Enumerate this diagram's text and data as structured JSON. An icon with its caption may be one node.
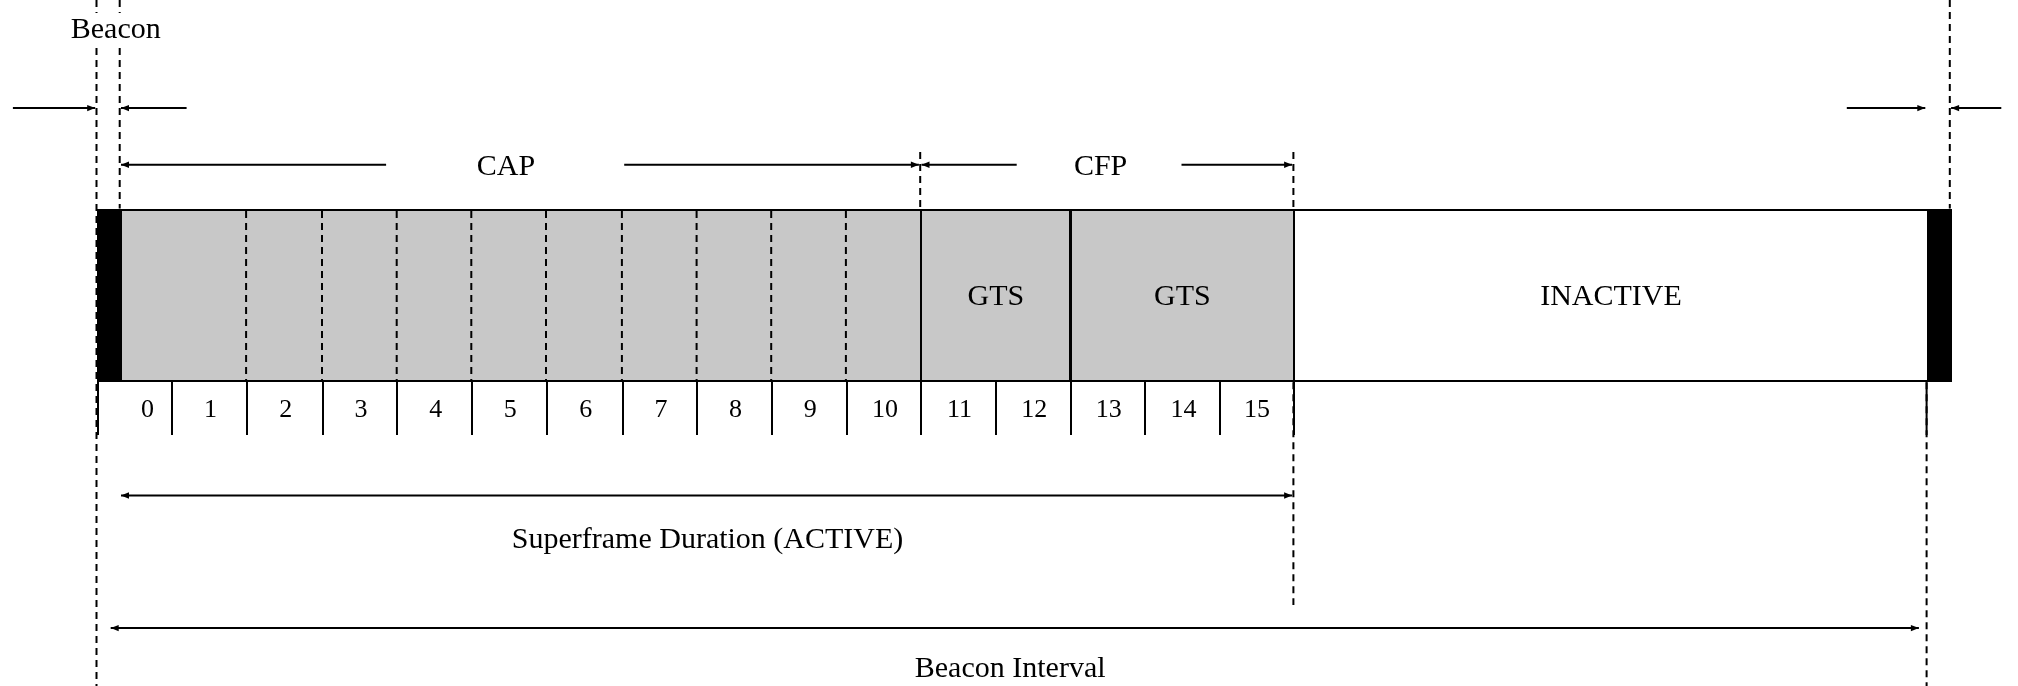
{
  "diagram": {
    "nodes": [
      {
        "text": [],
        "shape": "bar"
      },
      {
        "text": [],
        "shape": "box",
        "beside": [
          "0",
          "1",
          "2",
          "3",
          "4",
          "5",
          "6",
          "7",
          "8",
          "9",
          "10"
        ]
      },
      {
        "text": [
          "GTS"
        ],
        "beside": [
          "11",
          "12"
        ]
      },
      {
        "text": [
          "GTS"
        ],
        "beside": [
          "13",
          "14",
          "15"
        ]
      },
      {
        "text": [
          "INACTIVE"
        ]
      },
      {
        "text": [],
        "shape": "bar"
      }
    ],
    "edges": [],
    "labels": [
      "Beacon",
      "CAP",
      "CFP",
      "Superframe Duration (ACTIVE)",
      "Beacon Interval"
    ]
  }
}
